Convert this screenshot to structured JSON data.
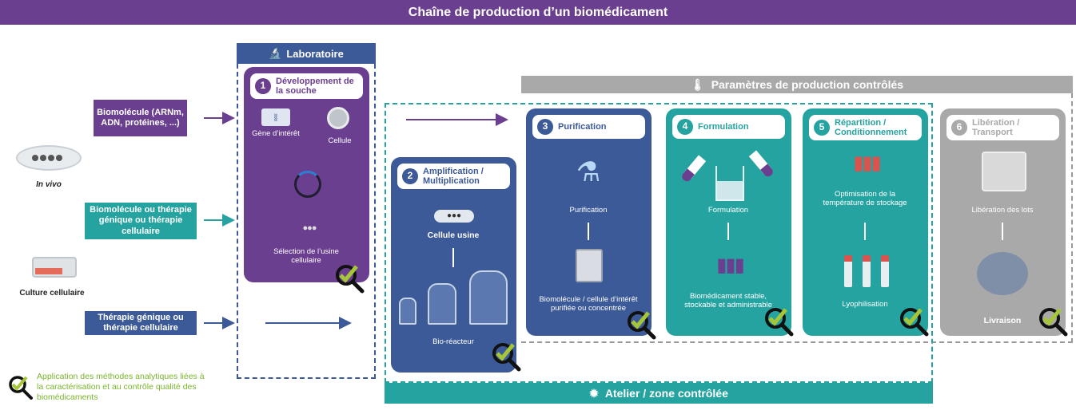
{
  "header": {
    "title": "Chaîne de production d’un biomédicament"
  },
  "labo": {
    "title": "Laboratoire"
  },
  "parametres": {
    "title": "Paramètres de production contrôlés"
  },
  "atelier": {
    "title": "Atelier / zone contrôlée"
  },
  "sources": {
    "in_vivo": "In vivo",
    "culture": "Culture cellulaire"
  },
  "inputs": {
    "biomolecule": "Biomolécule (ARNm, ADN, protéines, ...)",
    "biomolecule_therapie": "Biomolécule ou thérapie génique ou thérapie cellulaire",
    "therapie": "Thérapie génique ou thérapie cellulaire"
  },
  "steps": {
    "s1": {
      "num": "1",
      "title": "Développement de la souche",
      "gene": "Gène d’intérêt",
      "cellule": "Cellule",
      "selection": "Sélection de l’usine cellulaire"
    },
    "s2": {
      "num": "2",
      "title": "Amplification / Multiplication",
      "cellule_usine": "Cellule usine",
      "bioreacteur": "Bio-réacteur"
    },
    "s3": {
      "num": "3",
      "title": "Purification",
      "purif": "Purification",
      "result": "Biomolécule / cellule d’intérêt purifiée ou concentrée"
    },
    "s4": {
      "num": "4",
      "title": "Formulation",
      "form": "Formulation",
      "result": "Biomédicament stable, stockable et administrable"
    },
    "s5": {
      "num": "5",
      "title": "Répartition / Conditionnement",
      "opt": "Optimisation de la température de stockage",
      "lyo": "Lyophilisation"
    },
    "s6": {
      "num": "6",
      "title": "Libération / Transport",
      "lib": "Libération des lots",
      "livraison": "Livraison"
    }
  },
  "legend": {
    "text": "Application des méthodes analytiques liées à la caractérisation et au contrôle qualité des biomédicaments"
  },
  "colors": {
    "purple": "#6b3f8f",
    "blue": "#3c5a98",
    "teal": "#25a3a0",
    "grey": "#a9a9a9",
    "check": "#a5c639"
  }
}
